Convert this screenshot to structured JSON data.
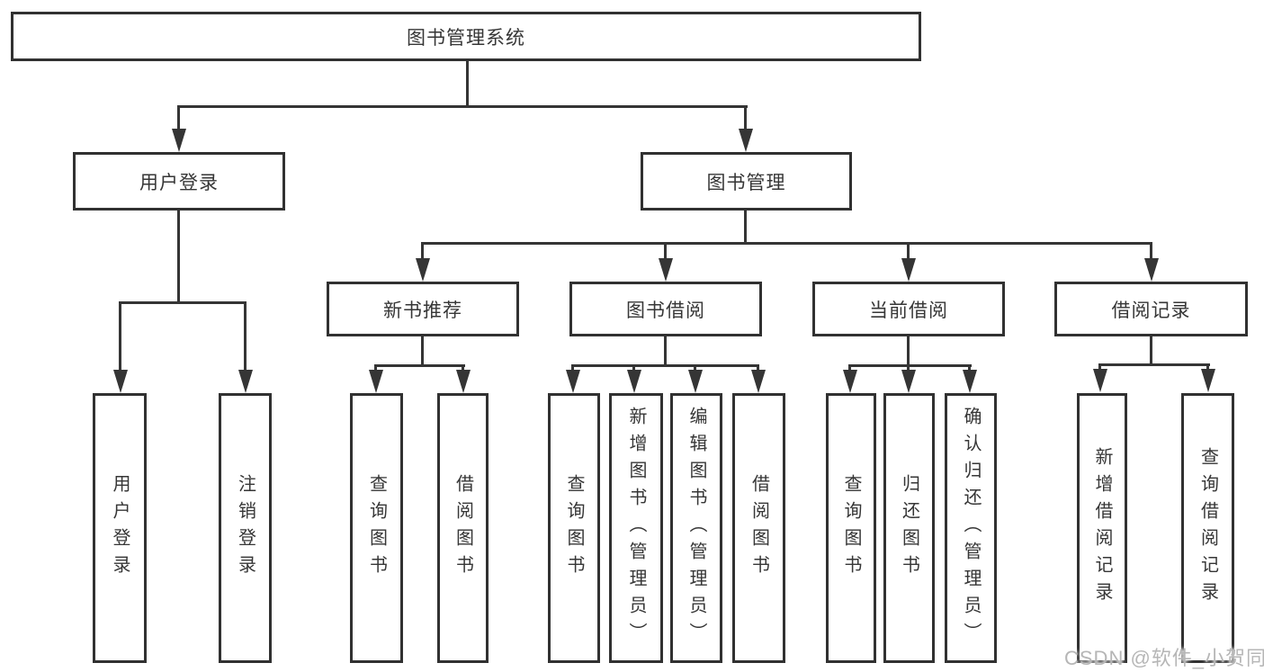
{
  "tree": {
    "label": "图书管理系统",
    "children": [
      {
        "label": "用户登录",
        "children": [
          {
            "label": "用户登录"
          },
          {
            "label": "注销登录"
          }
        ]
      },
      {
        "label": "图书管理",
        "children": [
          {
            "label": "新书推荐",
            "children": [
              {
                "label": "查询图书"
              },
              {
                "label": "借阅图书"
              }
            ]
          },
          {
            "label": "图书借阅",
            "children": [
              {
                "label": "查询图书"
              },
              {
                "label": "新增图书（管理员）"
              },
              {
                "label": "编辑图书（管理员）"
              },
              {
                "label": "借阅图书"
              }
            ]
          },
          {
            "label": "当前借阅",
            "children": [
              {
                "label": "查询图书"
              },
              {
                "label": "归还图书"
              },
              {
                "label": "确认归还（管理员）"
              }
            ]
          },
          {
            "label": "借阅记录",
            "children": [
              {
                "label": "新增借阅记录"
              },
              {
                "label": "查询借阅记录"
              }
            ]
          }
        ]
      }
    ]
  },
  "watermark": {
    "text": "CSDN @软件_小贺同学"
  },
  "colors": {
    "line": "#353535",
    "border": "#313131",
    "text": "#363636",
    "background": "#ffffff",
    "watermark": "#b6b6b6"
  }
}
